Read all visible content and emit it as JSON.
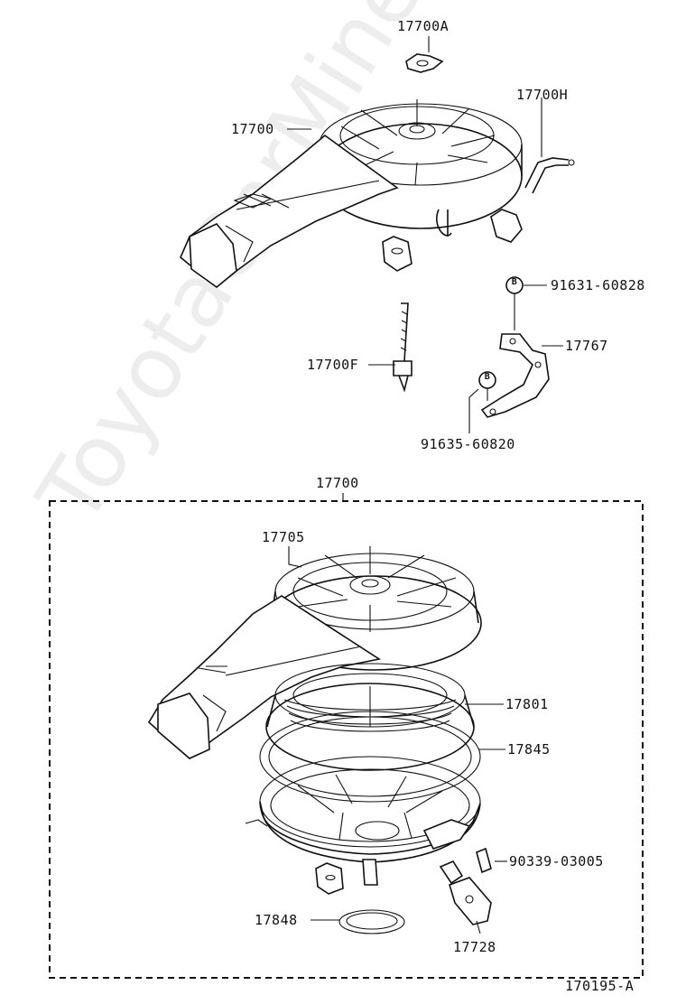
{
  "watermark": "ToyotaCarMine.ru",
  "figure_code": "170195-A",
  "top_group": {
    "wing_nut": "17700A",
    "air_cleaner": "17700",
    "hose": "17700H",
    "stud_bolt": "17700F",
    "bracket": "17767",
    "bolt_upper": "91631-60828",
    "bolt_lower": "91635-60820",
    "bolt_marker": "B"
  },
  "exploded_group": {
    "assembly": "17700",
    "cap": "17705",
    "element": "17801",
    "gasket": "17845",
    "pin": "90339-03005",
    "ring": "17848",
    "valve": "17728"
  }
}
